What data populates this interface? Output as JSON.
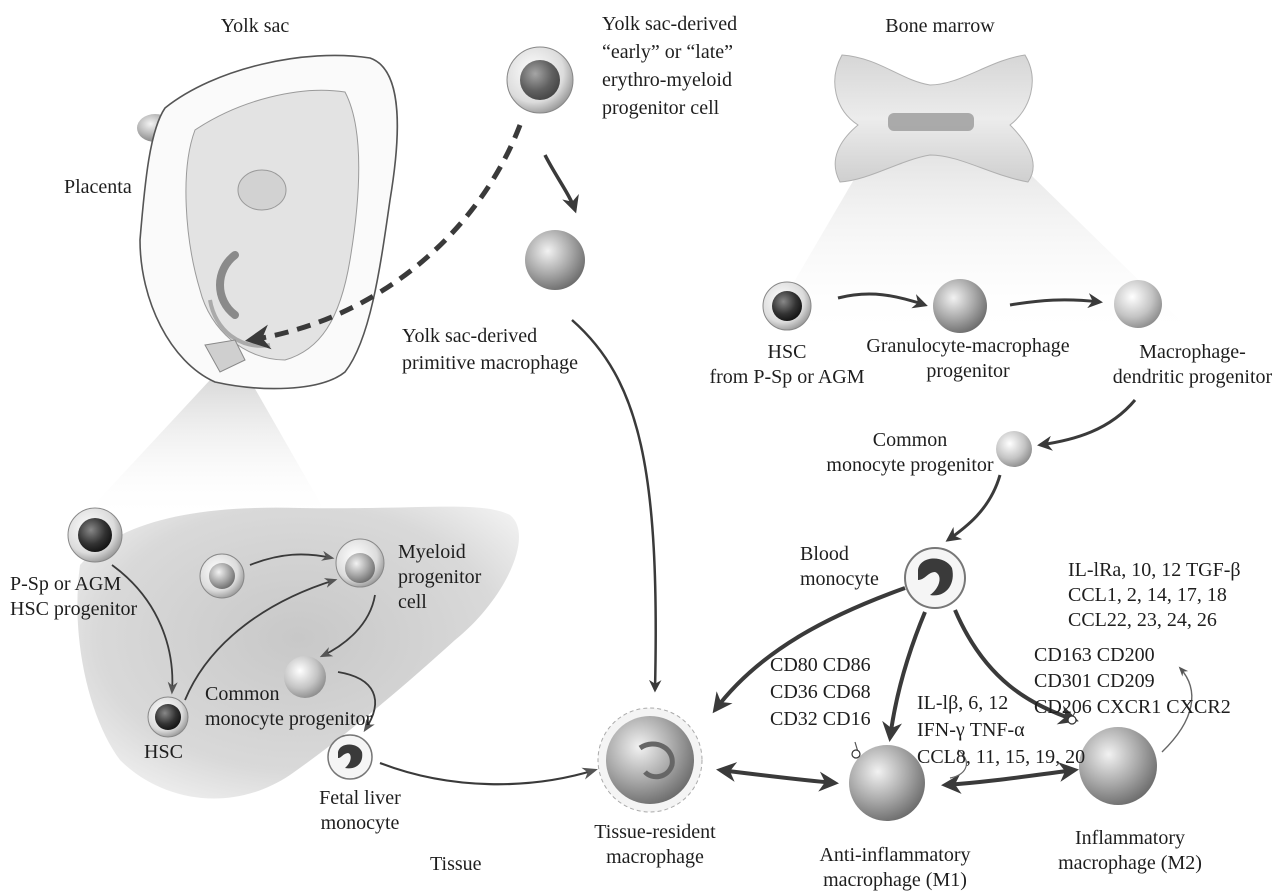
{
  "labels": {
    "yolk_sac": "Yolk sac",
    "placenta": "Placenta",
    "yolk_sac_progenitor": "Yolk sac-derived\n“early” or “late”\nerythro-myeloid\nprogenitor cell",
    "bone_marrow": "Bone marrow",
    "primitive_macrophage": "Yolk sac-derived\nprimitive macrophage",
    "hsc_bm": "HSC\nfrom P-Sp or AGM",
    "gm_progenitor": "Granulocyte-macrophage\nprogenitor",
    "md_progenitor": "Macrophage-\ndendritic progenitor",
    "cmp_bm": "Common\nmonocyte progenitor",
    "blood_monocyte": "Blood\nmonocyte",
    "hsc_progenitor": "P-Sp or AGM\nHSC progenitor",
    "myeloid_progenitor": "Myeloid\nprogenitor\ncell",
    "hsc_fetal": "HSC",
    "cmp_fetal": "Common\nmonocyte progenitor",
    "fetal_liver_monocyte": "Fetal liver\nmonocyte",
    "tissue": "Tissue",
    "tissue_resident": "Tissue-resident\nmacrophage",
    "anti_inflammatory": "Anti-inflammatory\nmacrophage (M1)",
    "inflammatory": "Inflammatory\nmacrophage (M2)",
    "m1_markers": "CD80 CD86\nCD36 CD68\nCD32 CD16",
    "m1_cytokines": "IL-lβ, 6, 12\nIFN-γ TNF-α\nCCL8, 11, 15, 19, 20",
    "m2_cytokines": "IL-lRa, 10, 12 TGF-β\nCCL1, 2, 14, 17, 18\nCCL22, 23, 24, 26",
    "m2_markers": "CD163 CD200\nCD301 CD209\nCD206 CXCR1 CXCR2"
  },
  "colors": {
    "arrow": "#3a3a3a",
    "text": "#1e1e1e",
    "cell_gray": "#9a9a9a",
    "nucleus_dark": "#2a2a2a",
    "liver_shade": "#d4d4d4"
  }
}
